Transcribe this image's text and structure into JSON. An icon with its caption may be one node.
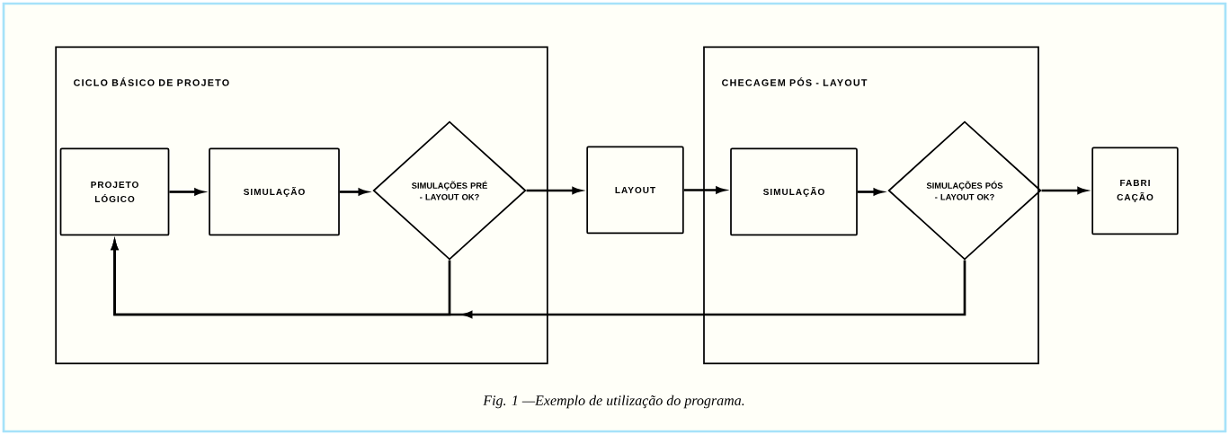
{
  "diagram": {
    "caption": "Fig. 1 —Exemplo de utilização do programa.",
    "nodes": [
      {
        "text": [
          "CICLO BÁSICO DE PROJETO"
        ]
      },
      {
        "text": [
          "PROJETO LÓGICO"
        ],
        "in": 0
      },
      {
        "text": [
          "SIMULAÇÃO"
        ],
        "in": 0
      },
      {
        "text": [
          "SIMULAÇÕES PRÉ - LAYOUT OK?"
        ],
        "in": 0
      },
      {
        "text": [
          "LAYOUT"
        ]
      },
      {
        "text": [
          "CHECAGEM PÓS - LAYOUT"
        ]
      },
      {
        "text": [
          "SIMULAÇÃO"
        ],
        "in": 5
      },
      {
        "text": [
          "SIMULAÇÕES PÓS - LAYOUT OK?"
        ],
        "in": 5
      },
      {
        "text": [
          "FABRI CAÇÃO"
        ]
      }
    ],
    "edges": [
      {
        "from": 1,
        "to": 2,
        "arrow": "to"
      },
      {
        "from": 2,
        "to": 3,
        "arrow": "to"
      },
      {
        "from": 3,
        "to": 4,
        "arrow": "to"
      },
      {
        "from": 4,
        "to": 6,
        "arrow": "to"
      },
      {
        "from": 6,
        "to": 7,
        "arrow": "to"
      },
      {
        "from": 7,
        "to": 8,
        "arrow": "to"
      },
      {
        "from": 3,
        "to": 1,
        "arrow": "to"
      },
      {
        "from": 7,
        "to": 1,
        "arrow": "to"
      }
    ]
  }
}
